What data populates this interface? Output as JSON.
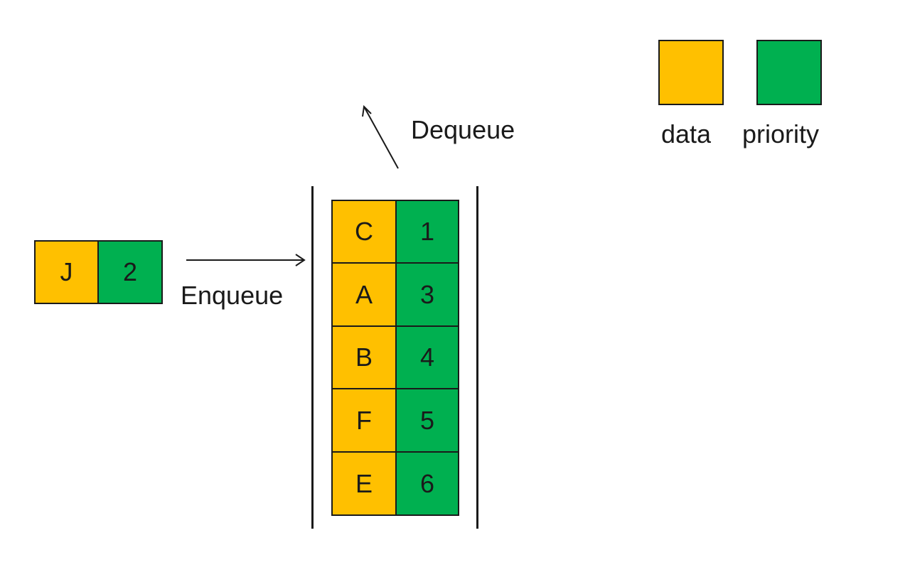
{
  "legend": {
    "data_label": "data",
    "priority_label": "priority"
  },
  "incoming": {
    "data": "J",
    "priority": "2"
  },
  "enqueue_label": "Enqueue",
  "dequeue_label": "Dequeue",
  "queue": [
    {
      "data": "C",
      "priority": "1"
    },
    {
      "data": "A",
      "priority": "3"
    },
    {
      "data": "B",
      "priority": "4"
    },
    {
      "data": "F",
      "priority": "5"
    },
    {
      "data": "E",
      "priority": "6"
    }
  ],
  "colors": {
    "data": "#ffc000",
    "priority": "#00b050",
    "ink": "#1a1a1a"
  }
}
